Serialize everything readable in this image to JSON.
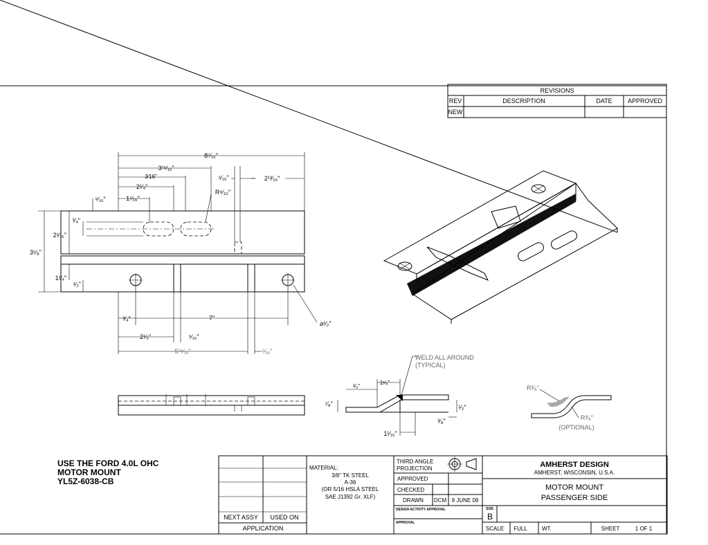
{
  "revisions": {
    "title": "REVISIONS",
    "headers": {
      "rev": "REV",
      "description": "DESCRIPTION",
      "date": "DATE",
      "approved": "APPROVED"
    },
    "rows": [
      {
        "rev": "NEW",
        "description": "",
        "date": "",
        "approved": ""
      }
    ]
  },
  "top_view_dims": {
    "overall_length": "8⁷⁄₁₆\"",
    "d1": "3¹⁵⁄₁₆\"",
    "d2": "3⁄16\"",
    "d3": "2¹⁄₄\"",
    "d4": "1⁷⁄₁₆\"",
    "d5": "⁹⁄₁₆\"",
    "d6": "⁵⁄₁₆\"",
    "d7": "2¹³⁄₁₆\"",
    "radius": "R⁹⁄₃₂\"",
    "d8": "³⁄₄\"",
    "d9": "2¹⁄₁₆\"",
    "d10": "3⁵⁄₈\"",
    "d11": "1¹⁄₄\"",
    "d12": "¹⁄₂\"",
    "d13": "³⁄₄\"",
    "d14": "7\"",
    "hole": "⌀¹⁄₂\"",
    "d15": "2¹⁄₂\"",
    "d16": "⁵⁄₁₆\"",
    "d17": "5¹⁵⁄₁₆\"",
    "d18": "⁵⁄₁₆\""
  },
  "section_view": {
    "weld_note_1": "WELD ALL AROUND",
    "weld_note_2": "(TYPICAL)",
    "d1": "³⁄₈\"",
    "d2": "1¹⁄₈\"",
    "d3": "⁷⁄₈\"",
    "d4": "¹⁄₂\"",
    "d5": "³⁄₈\"",
    "d6": "1¹⁄₁₆\""
  },
  "bend_view": {
    "r_top": "R³⁄₈\"",
    "r_bottom": "R³⁄₈\"",
    "optional": "(OPTIONAL)"
  },
  "note": {
    "line1": "USE THE FORD 4.0L OHC",
    "line2": "MOTOR MOUNT",
    "line3": "YL5Z-6038-CB"
  },
  "title_block": {
    "next_assy": "NEXT ASSY",
    "used_on": "USED ON",
    "application": "APPLICATION",
    "material_label": "MATERIAL:",
    "material_1": "3/8\" TK STEEL",
    "material_2": "A-36",
    "material_3": "(OR 5/16 HSLA STEEL",
    "material_4": "SAE J1392 Gr. XLF)",
    "projection_1": "THIRD ANGLE",
    "projection_2": "PROJECTION",
    "approved": "APPROVED",
    "checked": "CHECKED",
    "drawn": "DRAWN",
    "drawn_by": "DCM",
    "drawn_date": "9 JUNE 09",
    "design_activity": "DESIGN ACTIVITY APPROVAL",
    "approval": "APPROVAL",
    "company": "AMHERST DESIGN",
    "location": "AMHERST, WISCONSIN, U.S.A.",
    "title_1": "MOTOR MOUNT",
    "title_2": "PASSENGER SIDE",
    "size_label": "SIZE",
    "size": "B",
    "scale_label": "SCALE",
    "scale": "FULL",
    "wt_label": "WT.",
    "sheet_label": "SHEET",
    "sheet": "1 OF 1"
  }
}
